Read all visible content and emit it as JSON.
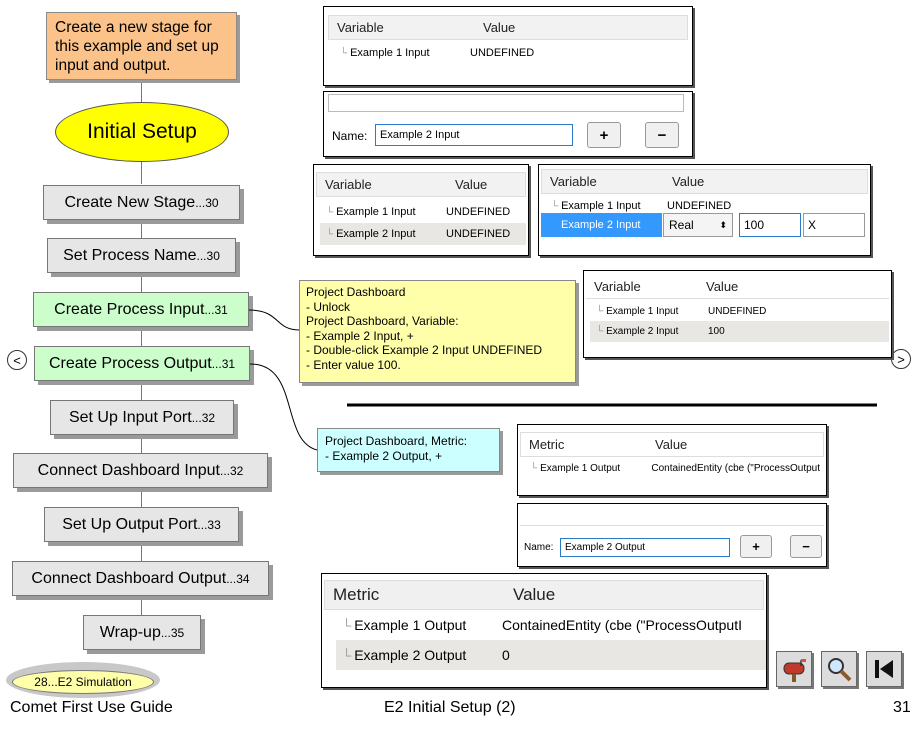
{
  "intro_note": "Create a new stage for this example and set up input and output.",
  "ellipse_label": "Initial Setup",
  "steps": [
    {
      "label": "Create New Stage",
      "page": "...30"
    },
    {
      "label": "Set Process Name",
      "page": "...30"
    },
    {
      "label": "Create Process Input",
      "page": "...31"
    },
    {
      "label": "Create Process Output",
      "page": "...31"
    },
    {
      "label": "Set Up Input Port",
      "page": "...32"
    },
    {
      "label": "Connect Dashboard Input",
      "page": "...32"
    },
    {
      "label": "Set Up Output Port",
      "page": "...33"
    },
    {
      "label": "Connect Dashboard Output",
      "page": "...34"
    },
    {
      "label": "Wrap-up",
      "page": "...35"
    }
  ],
  "nav": {
    "prev": "<",
    "next": ">"
  },
  "back_link": "28...E2 Simulation",
  "footer": {
    "left": "Comet First Use Guide",
    "center": "E2 Initial Setup (2)",
    "page": "31"
  },
  "panel1": {
    "col1": "Variable",
    "col2": "Value",
    "row1_name": "Example 1 Input",
    "row1_value": "UNDEFINED"
  },
  "panel2": {
    "name_label": "Name:",
    "name_value": "Example 2 Input",
    "plus": "+",
    "minus": "−"
  },
  "panel3": {
    "col1": "Variable",
    "col2": "Value",
    "rows": [
      {
        "name": "Example 1 Input",
        "value": "UNDEFINED"
      },
      {
        "name": "Example 2 Input",
        "value": "UNDEFINED"
      }
    ]
  },
  "panel4": {
    "col1": "Variable",
    "col2": "Value",
    "row1_name": "Example 1 Input",
    "row1_value": "UNDEFINED",
    "row2_name": "Example 2 Input",
    "type_value": "Real",
    "value_input": "100",
    "x_field": "X"
  },
  "panel5": {
    "col1": "Variable",
    "col2": "Value",
    "rows": [
      {
        "name": "Example 1 Input",
        "value": "UNDEFINED"
      },
      {
        "name": "Example 2 Input",
        "value": "100"
      }
    ]
  },
  "yellow_note": [
    "Project Dashboard",
    "- Unlock",
    "Project Dashboard, Variable:",
    "- Example 2 Input, +",
    "- Double-click Example 2 Input UNDEFINED",
    "- Enter value 100."
  ],
  "cyan_note": [
    "Project Dashboard, Metric:",
    "- Example 2 Output, +"
  ],
  "panel6": {
    "col1": "Metric",
    "col2": "Value",
    "row1_name": "Example 1 Output",
    "row1_value": "ContainedEntity (cbe (\"ProcessOutput"
  },
  "panel7": {
    "name_label": "Name:",
    "name_value": "Example 2 Output",
    "plus": "+",
    "minus": "−"
  },
  "panel8": {
    "col1": "Metric",
    "col2": "Value",
    "rows": [
      {
        "name": "Example 1 Output",
        "value": "ContainedEntity (cbe (\"ProcessOutputI"
      },
      {
        "name": "Example 2 Output",
        "value": "0"
      }
    ]
  },
  "tools": [
    "mailbox-icon",
    "magnifier-icon",
    "skip-back-icon"
  ]
}
